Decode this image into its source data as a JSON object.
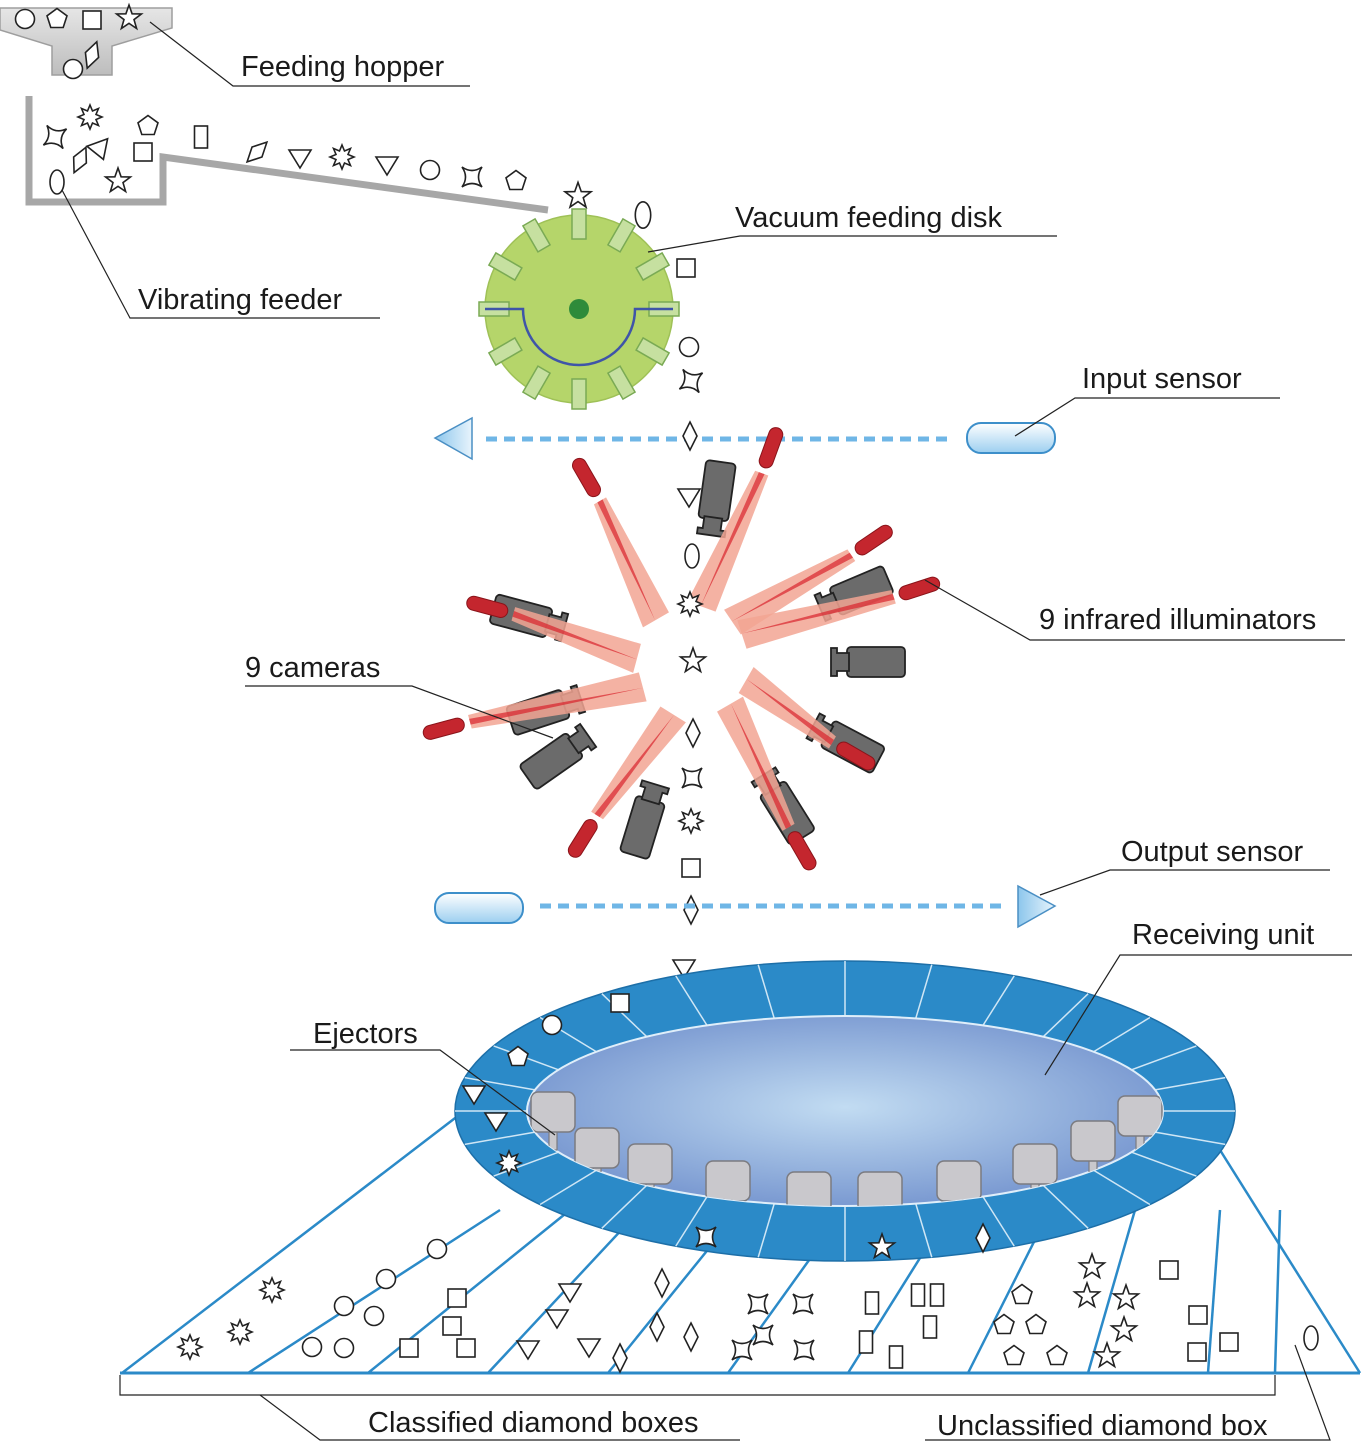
{
  "labels": {
    "feeding_hopper": "Feeding hopper",
    "vibrating_feeder": "Vibrating feeder",
    "vacuum_feeding_disk": "Vacuum feeding disk",
    "input_sensor": "Input sensor",
    "infrared_illuminators": "9 infrared illuminators",
    "cameras": "9 cameras",
    "output_sensor": "Output sensor",
    "receiving_unit": "Receiving unit",
    "ejectors": "Ejectors",
    "classified_boxes": "Classified diamond boxes",
    "unclassified_box": "Unclassified diamond box"
  },
  "colors": {
    "disk": "#b5d56a",
    "disk_dot": "#2e8b3a",
    "rim": "#2b8ac8",
    "sensor_beam": "#6fb6e6",
    "camera": "#6b6b6b",
    "illuminator": "#c4262e",
    "hopper": "#d4d4d4",
    "ejector": "#c9c8cc"
  },
  "counts": {
    "cameras": 9,
    "illuminators": 9
  }
}
